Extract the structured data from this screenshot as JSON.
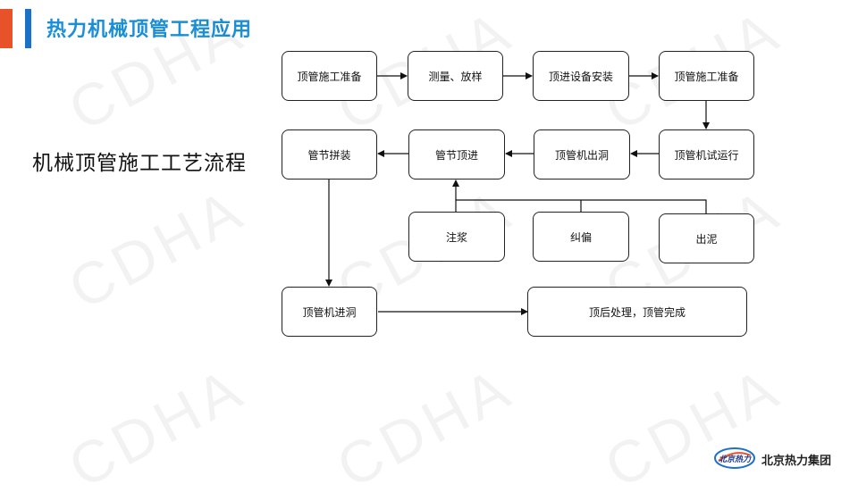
{
  "header": {
    "title": "热力机械顶管工程应用"
  },
  "subtitle": "机械顶管施工工艺流程",
  "watermark": "CDHA",
  "flow": {
    "n1": "顶管施工准备",
    "n2": "测量、放样",
    "n3": "顶进设备安装",
    "n4": "顶管施工准备",
    "n5": "顶管机试运行",
    "n6": "顶管机出洞",
    "n7": "管节顶进",
    "n8": "管节拼装",
    "n9": "注浆",
    "n10": "纠偏",
    "n11": "出泥",
    "n12": "顶管机进洞",
    "n13": "顶后处理，顶管完成"
  },
  "footer": {
    "company": "北京热力集团",
    "logo_text": "北京热力"
  },
  "colors": {
    "title": "#1a8fd6",
    "accent_orange": "#e8522a",
    "accent_blue": "#1a72c8"
  }
}
